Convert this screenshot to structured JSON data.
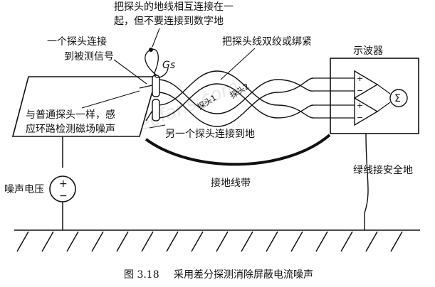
{
  "labels": {
    "bond_probe_grounds": [
      "把探头的地线相互连接在一",
      "起，但不要连接到数字地"
    ],
    "one_probe_signal": [
      "一个探头连接",
      "到被测信号"
    ],
    "twist_leads": "把探头线双绞或绑紧",
    "scope": "示波器",
    "gs": "Gs",
    "probe1": "探头1",
    "probe2": "探头2",
    "loop_noise": [
      "与普通探头一样，感",
      "应环路检测磁场噪声"
    ],
    "other_probe_ground": "另一个探头连接到地",
    "ground_strap": "接地线带",
    "green_wire": "绿线接安全地",
    "noise_voltage": "噪声电压",
    "plus": "+",
    "minus": "−",
    "sigma": "Σ"
  },
  "caption": {
    "figure": "图 3.18",
    "text": "采用差分探测消除屏蔽电流噪声"
  },
  "watermark": "elecfans.com"
}
